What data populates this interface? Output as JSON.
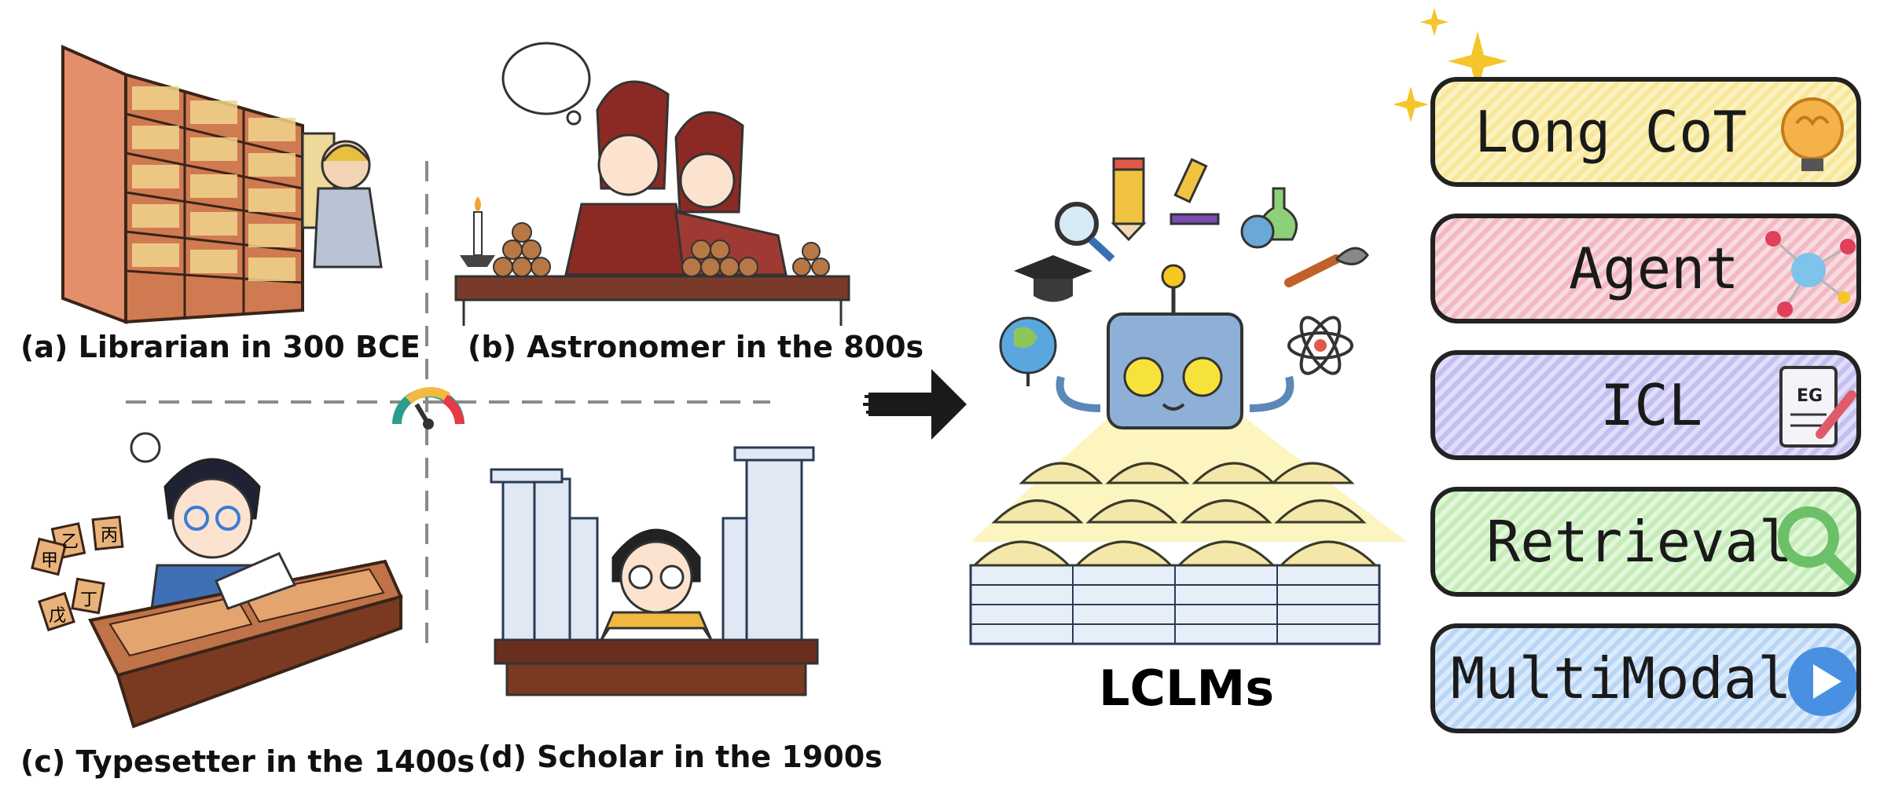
{
  "captions": {
    "a": "(a) Librarian in 300 BCE",
    "b": "(b) Astronomer in the 800s",
    "c": "(c) Typesetter in the 1400s",
    "d": "(d) Scholar in the 1900s"
  },
  "center_label": "LCLMs",
  "capabilities": [
    {
      "label": "Long CoT",
      "color": "#f7e79a",
      "icon": "brain-lightbulb-icon"
    },
    {
      "label": "Agent",
      "color": "#f2b9c2",
      "icon": "network-nodes-icon"
    },
    {
      "label": "ICL",
      "color": "#c3c0f0",
      "icon": "example-document-icon"
    },
    {
      "label": "Retrieval",
      "color": "#c5ecb8",
      "icon": "magnifier-icon"
    },
    {
      "label": "MultiModal",
      "color": "#b9d6f6",
      "icon": "play-button-icon"
    }
  ],
  "icon_texts": {
    "icl_badge": "EG"
  },
  "typesetter_blocks": [
    "乙",
    "丙",
    "甲",
    "丁",
    "戊"
  ]
}
